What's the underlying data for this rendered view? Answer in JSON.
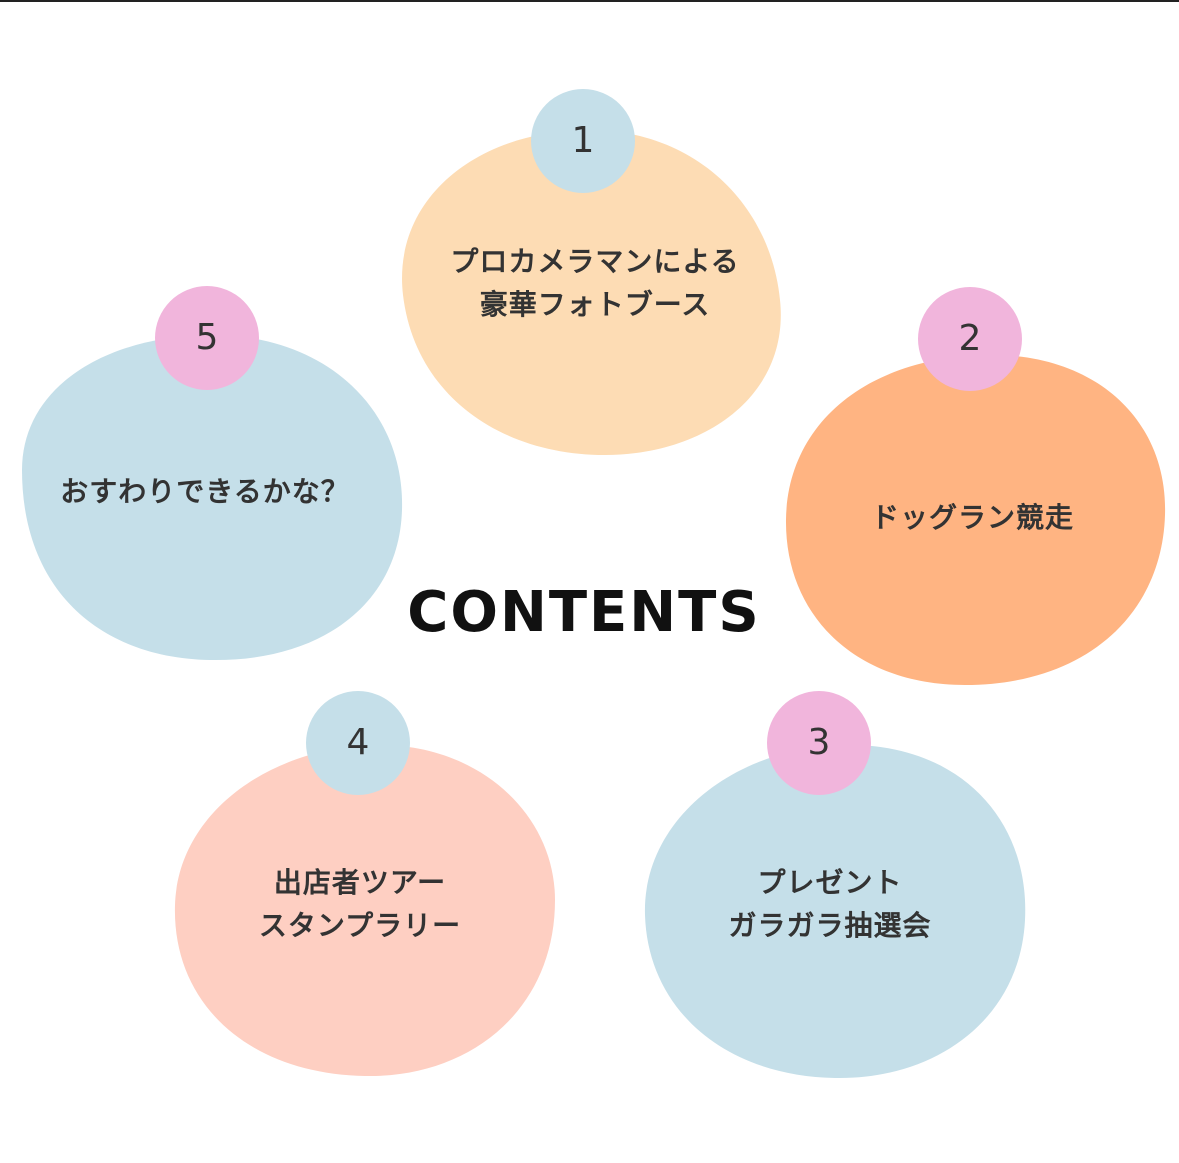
{
  "title": "CONTENTS",
  "items": [
    {
      "number": "1",
      "lines": [
        "プロカメラマンによる",
        "豪華フォトブース"
      ]
    },
    {
      "number": "2",
      "lines": [
        "ドッグラン競走"
      ]
    },
    {
      "number": "3",
      "lines": [
        "プレゼント",
        "ガラガラ抽選会"
      ]
    },
    {
      "number": "4",
      "lines": [
        "出店者ツアー",
        "スタンプラリー"
      ]
    },
    {
      "number": "5",
      "lines": [
        "おすわりできるかな？"
      ]
    }
  ],
  "colors": {
    "peach": "#fddcb4",
    "orange": "#ffb482",
    "blue": "#c5dfe9",
    "salmon": "#fecfc2",
    "pink": "#f1b5dc",
    "text": "#333333",
    "title": "#111111"
  }
}
